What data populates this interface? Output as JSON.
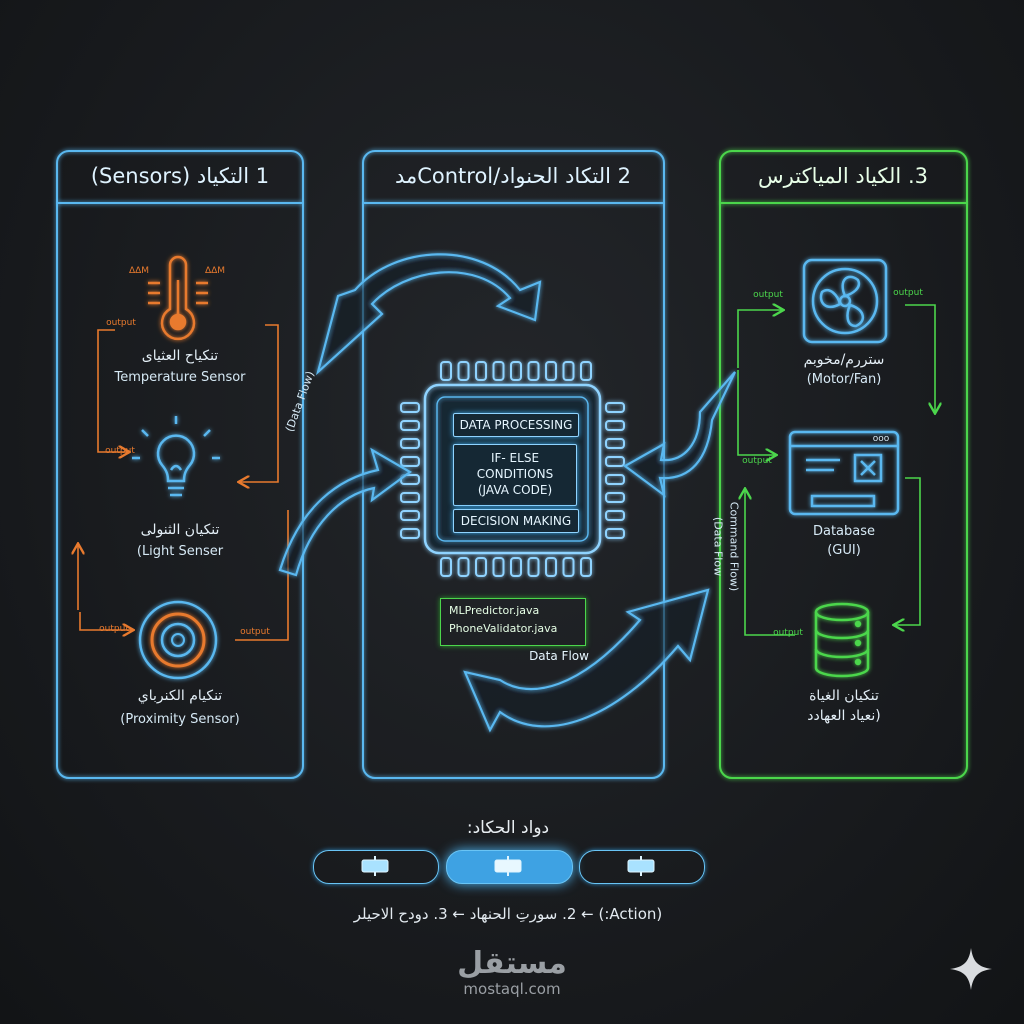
{
  "colors": {
    "blue": "#5ab8f0",
    "green": "#4cd64c",
    "orange": "#e87a2e",
    "bg": "#17191c"
  },
  "panels": {
    "sensors": {
      "title": "1 التكياد (Sensors)"
    },
    "controller": {
      "title": "2 التكاد الحنواد/Controlمد"
    },
    "actuators": {
      "title": "3. الكياد المياكترس"
    }
  },
  "sensors": {
    "temperature": {
      "ar": "تنكياح العثياى",
      "en": "Temperature Sensor"
    },
    "light": {
      "ar": "تنكيان الثنولى",
      "en": "(Light Senser"
    },
    "proximity": {
      "ar": "تنكيام الكنرباي",
      "en": "(Proximity Sensor)"
    }
  },
  "tiny_labels": {
    "output": "output",
    "temp_left": "ΔΔM",
    "temp_right": "ΔΔM"
  },
  "flow": {
    "left": "(Data Flow)",
    "right_data": "(Data Flow",
    "right_command": "Command Flow)",
    "bottom": "Data Flow"
  },
  "chip": {
    "processing": "DATA PROCESSING",
    "conditions_1": "IF- ELSE",
    "conditions_2": "CONDITIONS",
    "conditions_3": "(JAVA CODE)",
    "decision": "DECISION MAKING"
  },
  "files": {
    "ml": "MLPredictor.java",
    "phone": "PhoneValidator.java"
  },
  "actuators": {
    "motor": {
      "ar": "ستررم/مخوبم",
      "en": "(Motor/Fan)"
    },
    "database": {
      "en1": "Database",
      "en2": "(GUI)",
      "corner": "ooo"
    },
    "storage": {
      "ar": "تنكيان الغياة",
      "ar2": "(نعياد العهادد"
    }
  },
  "cycle": {
    "title": "دواد الحكاد:",
    "steps_text": "(Action:) ← 2. سورتِ الحنهاد ← 3. دودح الاحيلر",
    "active_index": 1
  },
  "brand": {
    "name": "مستقل",
    "domain": "mostaql.com"
  }
}
